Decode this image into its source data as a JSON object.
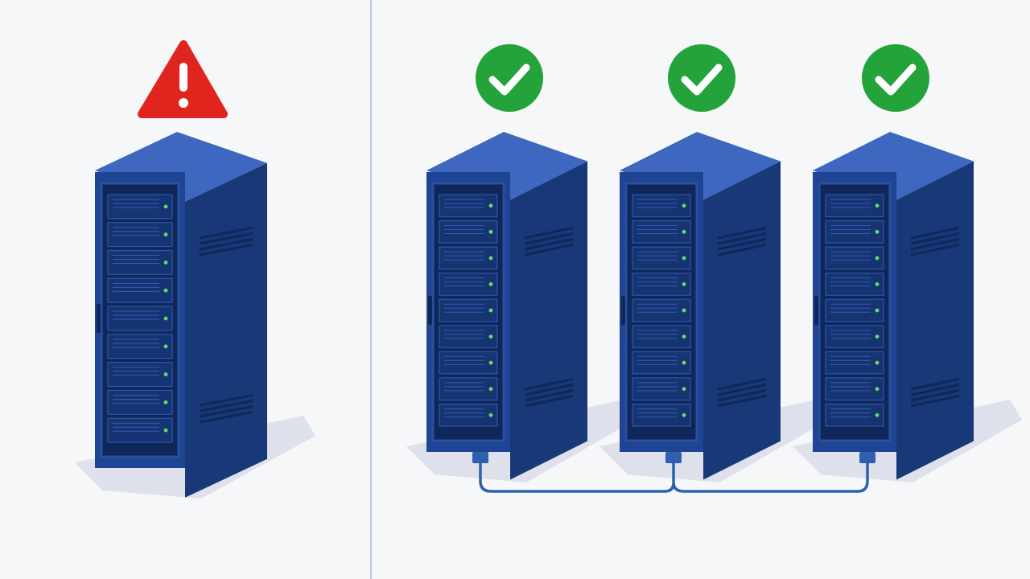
{
  "colors": {
    "background": "#f6f7f9",
    "divider": "#a9bdd3",
    "rack_front": "#1f4493",
    "rack_top": "#3e68c0",
    "rack_side": "#183878",
    "rack_panel": "#10275a",
    "rack_frame": "#27509f",
    "server_unit": "#163472",
    "led_green": "#5ee06a",
    "warning_red": "#e0251f",
    "ok_green": "#23a33a",
    "cable": "#2f5fae",
    "shadow": "#d5dae5"
  },
  "failed_group": {
    "status": "warning",
    "status_icon": "warning-triangle-icon",
    "rack_count": 1
  },
  "healthy_group": {
    "status": "ok",
    "status_icon": "check-circle-icon",
    "rack_count": 3,
    "connected_by_cable": true
  }
}
